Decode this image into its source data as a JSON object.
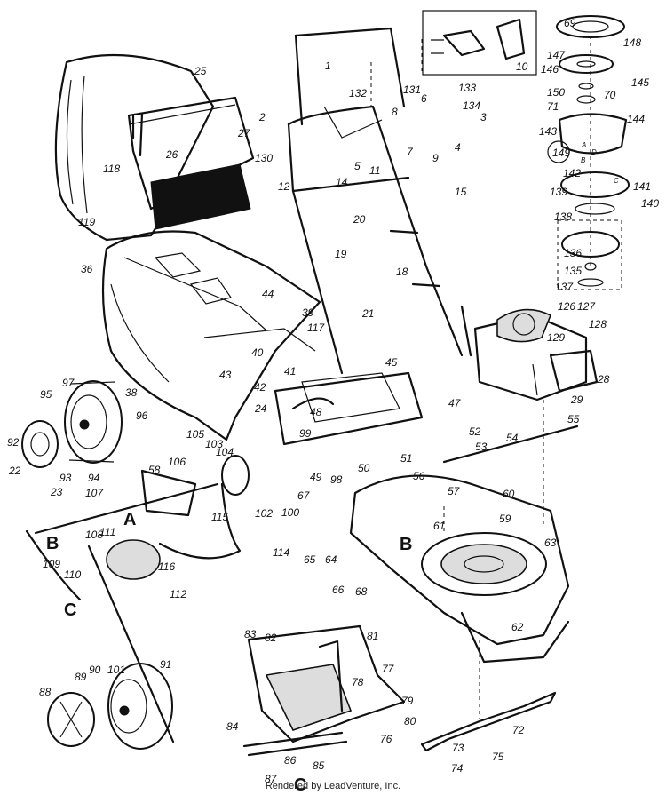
{
  "footer": {
    "rendered_by": "Rendered by LeadVenture, Inc."
  },
  "callouts": [
    "1",
    "2",
    "3",
    "4",
    "5",
    "6",
    "7",
    "8",
    "9",
    "10",
    "11",
    "12",
    "14",
    "15",
    "18",
    "19",
    "20",
    "21",
    "22",
    "23",
    "24",
    "25",
    "26",
    "27",
    "28",
    "29",
    "36",
    "38",
    "39",
    "40",
    "41",
    "42",
    "43",
    "44",
    "45",
    "47",
    "48",
    "49",
    "50",
    "51",
    "52",
    "53",
    "54",
    "55",
    "56",
    "57",
    "58",
    "59",
    "60",
    "61",
    "62",
    "63",
    "64",
    "65",
    "66",
    "67",
    "68",
    "69",
    "70",
    "71",
    "72",
    "73",
    "74",
    "75",
    "76",
    "77",
    "78",
    "79",
    "80",
    "81",
    "82",
    "83",
    "84",
    "85",
    "86",
    "87",
    "88",
    "89",
    "90",
    "91",
    "92",
    "93",
    "94",
    "95",
    "96",
    "97",
    "98",
    "99",
    "100",
    "101",
    "102",
    "103",
    "104",
    "105",
    "106",
    "107",
    "108",
    "109",
    "110",
    "111",
    "112",
    "114",
    "115",
    "116",
    "117",
    "118",
    "119",
    "126",
    "127",
    "128",
    "129",
    "130",
    "131",
    "132",
    "133",
    "134",
    "135",
    "136",
    "137",
    "138",
    "139",
    "140",
    "141",
    "142",
    "143",
    "144",
    "145",
    "146",
    "147",
    "148",
    "149",
    "150"
  ],
  "detail_letters": [
    "A",
    "B",
    "C",
    "D"
  ],
  "reference_letters": [
    "A",
    "B",
    "C"
  ]
}
